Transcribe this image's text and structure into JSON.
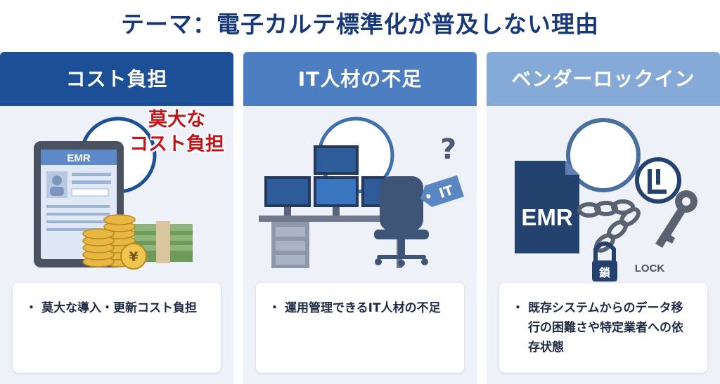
{
  "title": "テーマ：電子カルテ標準化が普及しない理由",
  "columns": [
    {
      "header": "コスト負担",
      "illustration": {
        "screen_label": "EMR",
        "callout": [
          "莫大な",
          "コスト負担"
        ],
        "coin_symbol": "¥"
      },
      "bullets": [
        "莫大な導入・更新コスト負担"
      ]
    },
    {
      "header": "IT人材の不足",
      "illustration": {
        "question_mark": "?",
        "tag_label": "IT"
      },
      "bullets": [
        "運用管理できるIT人材の不足"
      ]
    },
    {
      "header": "ベンダーロックイン",
      "illustration": {
        "doc_label": "EMR",
        "padlock_label": "鎖",
        "key_label": "LOCK"
      },
      "bullets": [
        "既存システムからのデータ移行の困難さや特定業者への依存状態"
      ]
    }
  ],
  "colors": {
    "title": "#17397a",
    "header1": "#1c4f96",
    "header2": "#4d7ec1",
    "header3": "#85aad8",
    "accent_red": "#c0161b"
  }
}
